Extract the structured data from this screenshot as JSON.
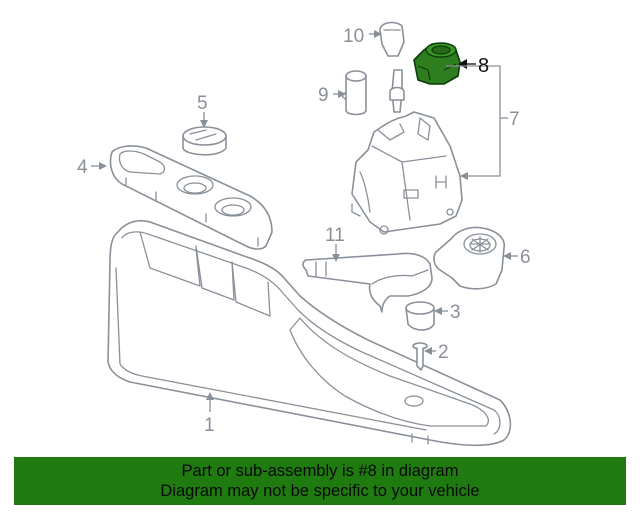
{
  "callouts": {
    "c1": "1",
    "c2": "2",
    "c3": "3",
    "c4": "4",
    "c5": "5",
    "c6": "6",
    "c7": "7",
    "c8": "8",
    "c9": "9",
    "c10": "10",
    "c11": "11"
  },
  "highlight": {
    "part": "8",
    "color": "#2e7d1f"
  },
  "banner": {
    "line1": "Part or sub-assembly is #8 in diagram",
    "line2": "Diagram may not be specific to your vehicle",
    "color": "#1f7a10"
  },
  "colors": {
    "linework": "#8a9099"
  }
}
